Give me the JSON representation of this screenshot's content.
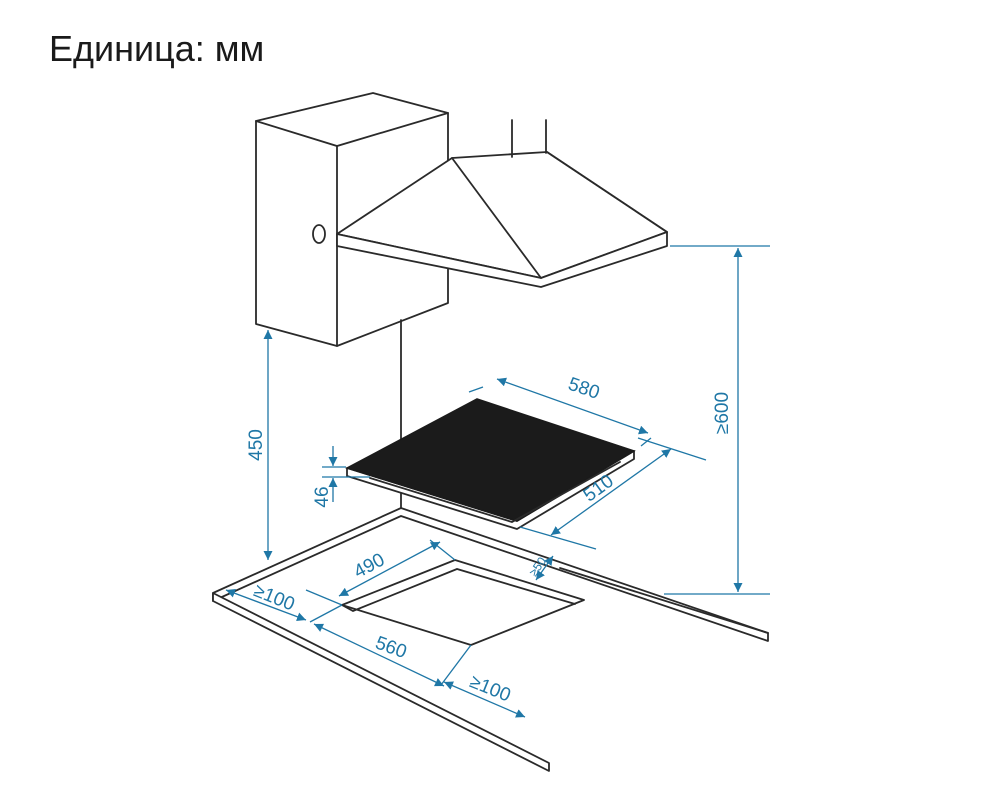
{
  "title": "Единица: мм",
  "colors": {
    "line": "#2a2a2a",
    "dimension": "#1f77a6",
    "hob_glass": "#1b1b1b"
  },
  "dimensions": {
    "hood_to_cabinet_height": "450",
    "hob_to_hood_height": "≥600",
    "hob_width": "580",
    "hob_depth": "510",
    "hob_thickness": "46",
    "cutout_depth": "490",
    "cutout_width": "560",
    "front_clearance": "≥100",
    "side_clearance": "≥100",
    "back_clearance": "≥50"
  }
}
